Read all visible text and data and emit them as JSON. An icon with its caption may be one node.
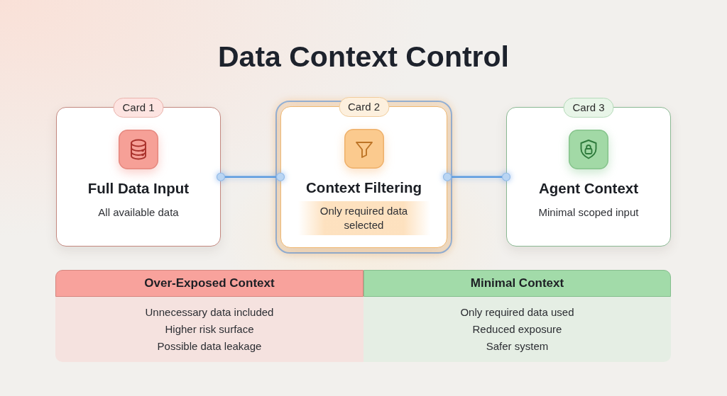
{
  "diagram": {
    "title": "Data Context Control",
    "nodes": [
      {
        "text": [
          "Card 1",
          "Full Data Input",
          "All available data"
        ]
      },
      {
        "text": [
          "Card 2",
          "Context Filtering",
          "Only required data selected"
        ]
      },
      {
        "text": [
          "Card 3",
          "Agent Context",
          "Minimal scoped input"
        ]
      },
      {
        "text": [
          "Over-Exposed Context"
        ]
      },
      {
        "text": [
          "Minimal Context"
        ]
      },
      {
        "text": [
          "Unnecessary data included",
          "Higher risk surface",
          "Possible data leakage"
        ]
      },
      {
        "text": [
          "Only required data used",
          "Reduced exposure",
          "Safer system"
        ]
      }
    ],
    "edges": [
      {
        "from": 0,
        "to": 1,
        "arrow": "other"
      },
      {
        "from": 1,
        "to": 2,
        "arrow": "other"
      }
    ]
  }
}
